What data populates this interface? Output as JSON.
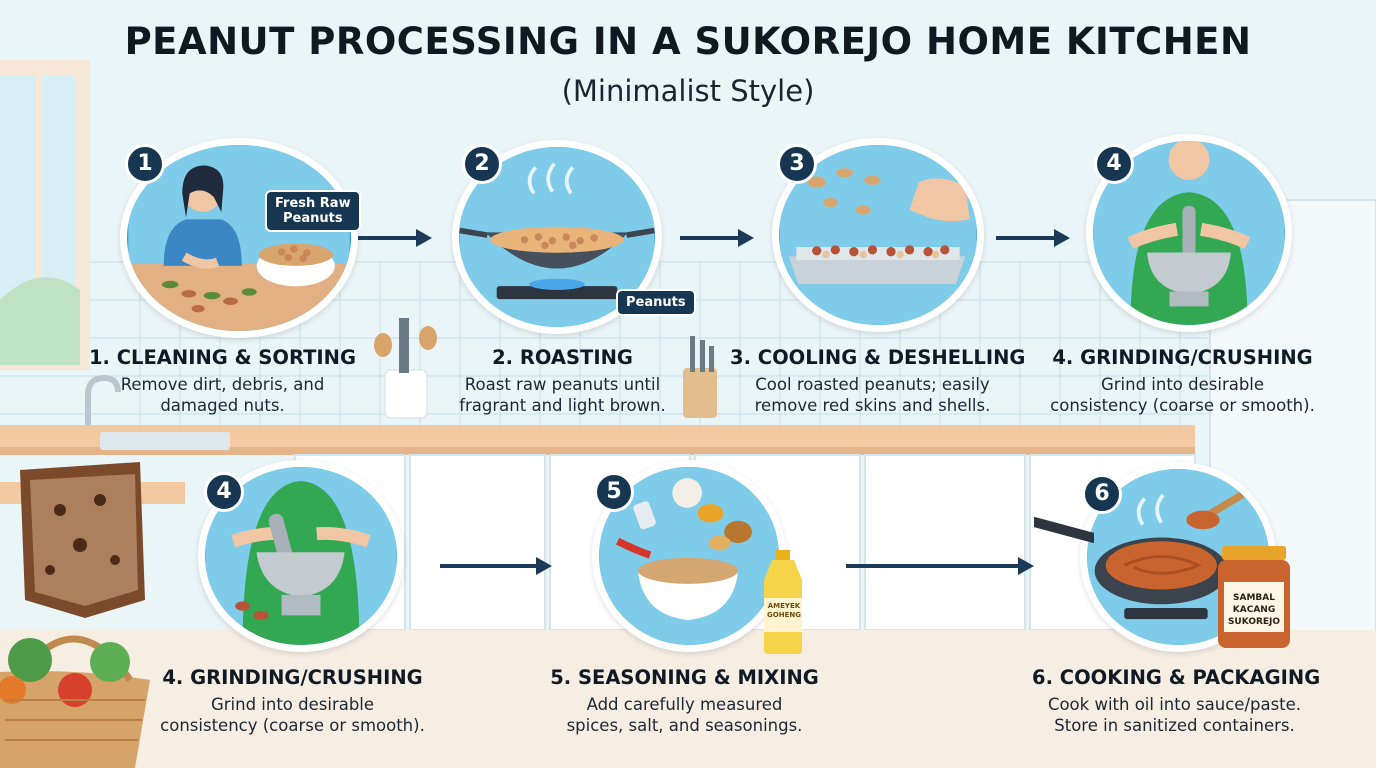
{
  "title": "PEANUT PROCESSING IN A SUKOREJO HOME KITCHEN",
  "subtitle": "(Minimalist Style)",
  "steps": [
    {
      "badge": "1",
      "title": "1. CLEANING & SORTING",
      "desc": [
        "Remove dirt, debris, and",
        "damaged nuts."
      ],
      "tag": [
        "Fresh Raw",
        "Peanuts"
      ]
    },
    {
      "badge": "2",
      "title": "2. ROASTING",
      "desc": [
        "Roast raw peanuts until",
        "fragrant and light brown."
      ],
      "tag": [
        "Peanuts"
      ]
    },
    {
      "badge": "3",
      "title": "3. COOLING & DESHELLING",
      "desc": [
        "Cool roasted peanuts; easily",
        "remove red skins and shells."
      ]
    },
    {
      "badge": "4",
      "title": "4. GRINDING/CRUSHING",
      "desc": [
        "Grind into desirable",
        "consistency (coarse or smooth)."
      ]
    },
    {
      "badge": "4",
      "title": "4. GRINDING/CRUSHING",
      "desc": [
        "Grind into desirable",
        "consistency (coarse or smooth)."
      ]
    },
    {
      "badge": "5",
      "title": "5. SEASONING & MIXING",
      "desc": [
        "Add carefully measured",
        "spices, salt, and seasonings."
      ],
      "oil_label": [
        "AMEYEK",
        "GOHENG"
      ]
    },
    {
      "badge": "6",
      "title": "6. COOKING & PACKAGING",
      "desc": [
        "Cook with oil into sauce/paste.",
        "Store in sanitized containers."
      ],
      "jar_label": [
        "SAMBAL",
        "KACANG",
        "SUKOREJO"
      ]
    }
  ],
  "icons": [
    "person-sorting-peanuts",
    "wok-roasting",
    "hand-deshelling",
    "mortar-pestle",
    "mortar-pestle",
    "spices-bowl",
    "frying-pan"
  ],
  "colors": {
    "accent": "#2f9ed6",
    "badge": "#173652",
    "arrow": "#1b3a5a",
    "counter": "#f3c9a2"
  }
}
